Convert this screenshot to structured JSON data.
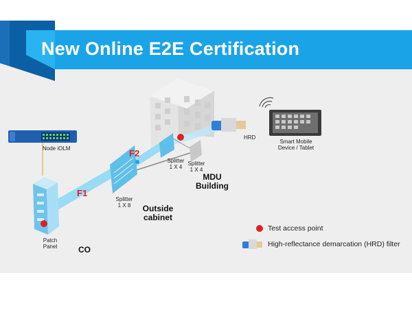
{
  "title": "New Online E2E Certification",
  "labels": {
    "node_iolm": "Node iOLM",
    "patch_panel": [
      "Patch",
      "Panel"
    ],
    "co": "CO",
    "f1": "F1",
    "f2": "F2",
    "splitter_1x8": [
      "Splitter",
      "1 X 8"
    ],
    "splitter_1x4_front": [
      "Splitter",
      "1 X 4"
    ],
    "splitter_1x4_back": [
      "Splitter",
      "1 X 4"
    ],
    "outside_cabinet": [
      "Outside",
      "cabinet"
    ],
    "mdu_building": [
      "MDU",
      "Building"
    ],
    "hrd": "HRD",
    "smart_mobile": [
      "Smart Mobile",
      "Device / Tablet"
    ]
  },
  "legend": {
    "test_access_point": "Test access point",
    "hrd_filter": "High-reflectance demarcation (HRD) filter"
  },
  "colors": {
    "banner_blue": "#1ba3e8",
    "fiber_blue": "#7fd0f0",
    "test_point_red": "#e02020",
    "f_label_red": "#e02020"
  },
  "icons": [
    "node-iolm-device-icon",
    "patch-panel-icon",
    "splitter-icon",
    "mdu-building-icon",
    "hrd-filter-icon",
    "tablet-icon",
    "wifi-icon",
    "test-point-icon"
  ]
}
